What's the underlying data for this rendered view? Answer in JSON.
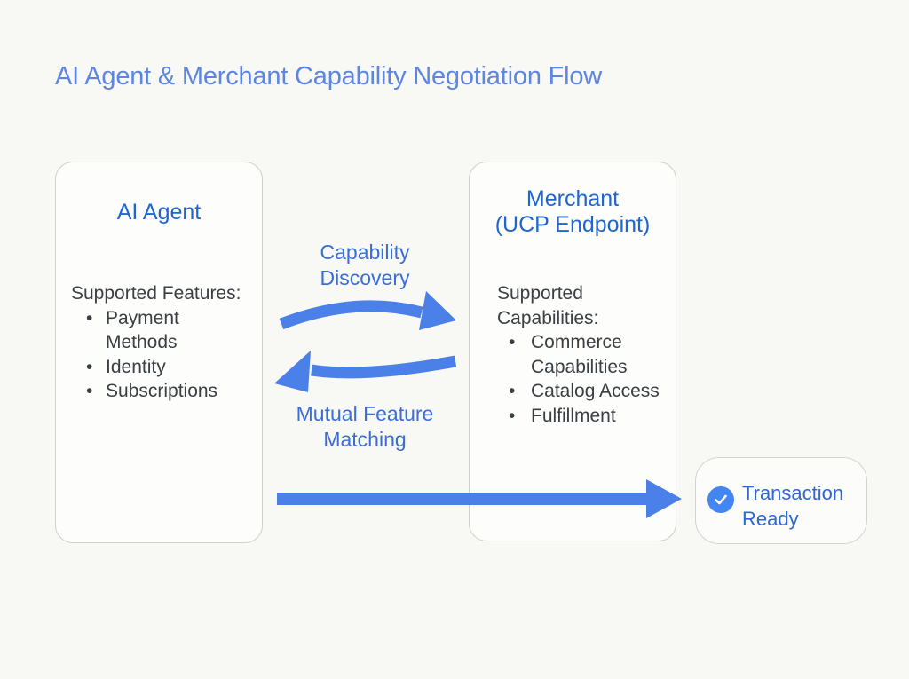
{
  "diagram": {
    "title": "AI Agent & Merchant Capability Negotiation Flow"
  },
  "agent_box": {
    "title": "AI Agent",
    "list_header": "Supported Features:",
    "bullet_char": "•",
    "items": [
      "Payment Methods",
      "Identity",
      "Subscriptions"
    ]
  },
  "merchant_box": {
    "title_lines": [
      "Merchant",
      "(UCP Endpoint)"
    ],
    "list_header": "Supported Capabilities:",
    "bullet_char": "•",
    "items": [
      "Commerce Capabilities",
      "Catalog Access",
      "Fulfillment"
    ]
  },
  "flow": {
    "discovery_label": "Capability Discovery",
    "matching_label": "Mutual Feature Matching"
  },
  "result": {
    "label": "Transaction Ready",
    "icon": "checkmark-icon"
  },
  "colors": {
    "page_background": "#f8f8f5",
    "title_blue": "#5e86e0",
    "heading_blue": "#1f66d0",
    "flow_label_blue": "#3a6ed6",
    "arrow_blue": "#4a80e8",
    "check_circle_blue": "#4285f4",
    "body_text": "#3a3f44",
    "box_border": "#cfcfcc",
    "box_background": "#fdfdfb"
  }
}
